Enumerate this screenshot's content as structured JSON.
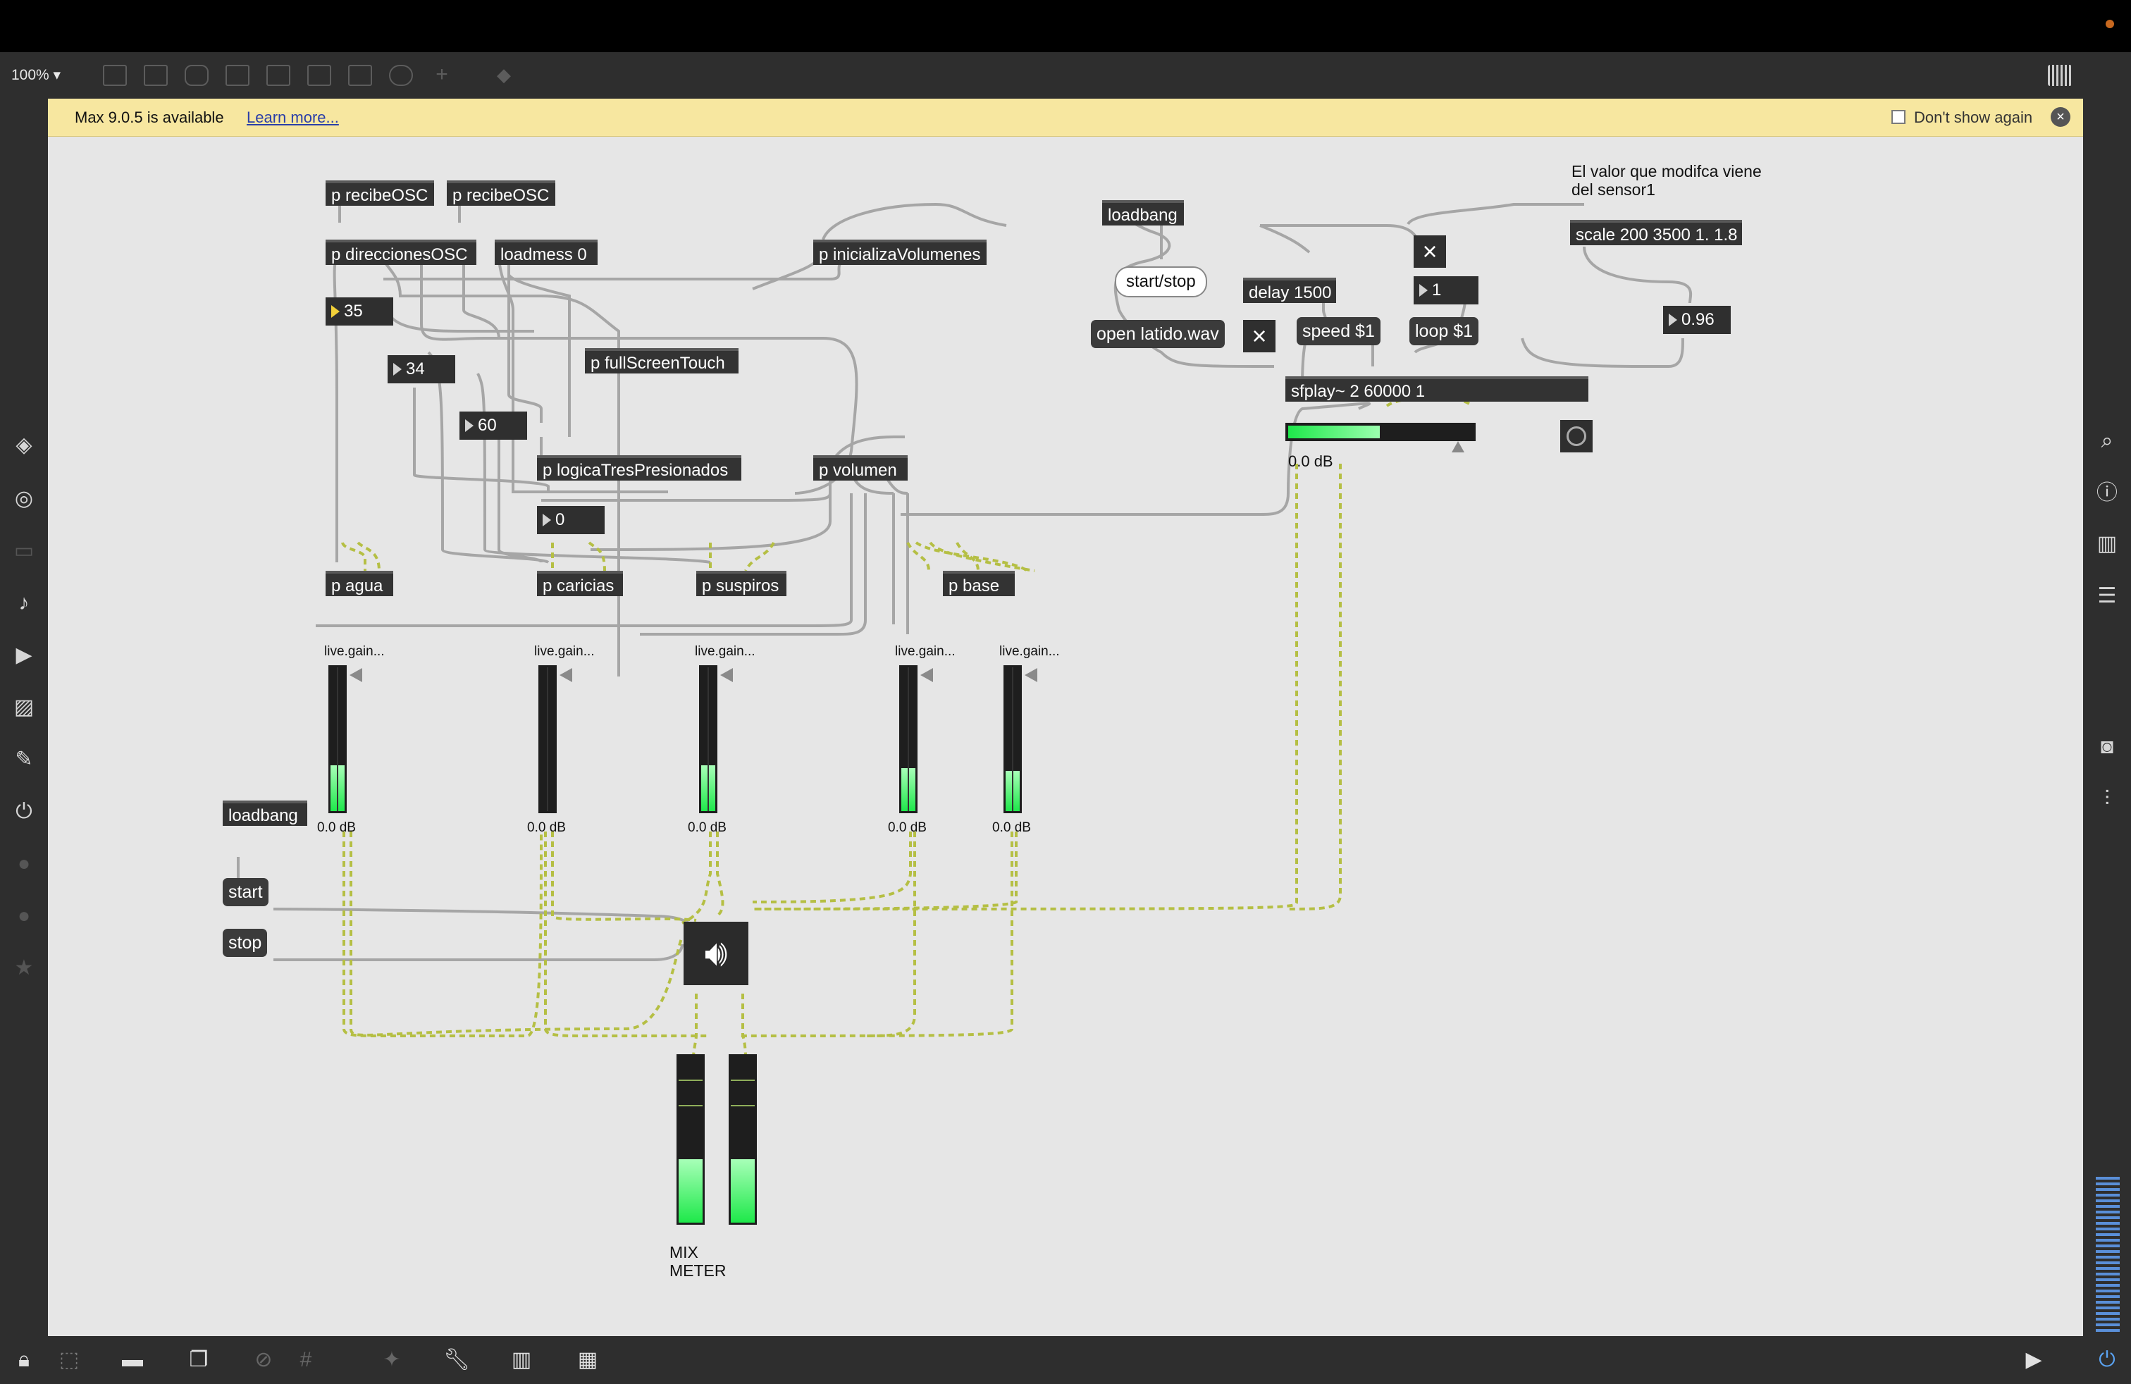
{
  "toolbar": {
    "zoom": "100% ▾"
  },
  "notice": {
    "message": "Max 9.0.5 is available",
    "link": "Learn more...",
    "dont_show": "Don't show again"
  },
  "objects": {
    "recibe1": "p recibeOSC",
    "recibe2": "p recibeOSC",
    "direcciones": "p direccionesOSC",
    "loadmess": "loadmess 0",
    "inicializa": "p inicializaVolumenes",
    "loadbang_top": "loadbang",
    "fullscreen": "p fullScreenTouch",
    "logica": "p logicaTresPresionados",
    "volumen": "p volumen",
    "agua": "p agua",
    "caricias": "p caricias",
    "suspiros": "p suspiros",
    "base": "p base",
    "delay": "delay 1500",
    "scale": "scale 200 3500 1. 1.8",
    "sfplay": "sfplay~ 2 60000 1",
    "loadbang_left": "loadbang"
  },
  "messages": {
    "open": "open latido.wav",
    "speed": "speed $1",
    "loop": "loop $1",
    "start": "start",
    "stop": "stop"
  },
  "numbers": {
    "n35": "35",
    "n34": "34",
    "n60": "60",
    "n0": "0",
    "n1": "1",
    "n096": "0.96"
  },
  "comments": {
    "sensor_line1": "El valor que modifca viene",
    "sensor_line2": "del sensor1",
    "bubble": "start/stop",
    "mix1": "MIX",
    "mix2": "METER",
    "sfplay_db": "0.0 dB"
  },
  "gains": [
    {
      "label": "live.gain...",
      "db": "0.0 dB",
      "level": 0.32
    },
    {
      "label": "live.gain...",
      "db": "0.0 dB",
      "level": 0.0
    },
    {
      "label": "live.gain...",
      "db": "0.0 dB",
      "level": 0.32
    },
    {
      "label": "live.gain...",
      "db": "0.0 dB",
      "level": 0.3
    },
    {
      "label": "live.gain...",
      "db": "0.0 dB",
      "level": 0.28
    }
  ],
  "mix_meter_levels": [
    0.38,
    0.38
  ],
  "colors": {
    "canvas": "#e6e6e6",
    "object": "#333333",
    "patch_cord": "#a6a6a6",
    "signal_cord": "#c9d25a",
    "meter_green": "#1ee84a",
    "notice": "#f7e7a0"
  }
}
